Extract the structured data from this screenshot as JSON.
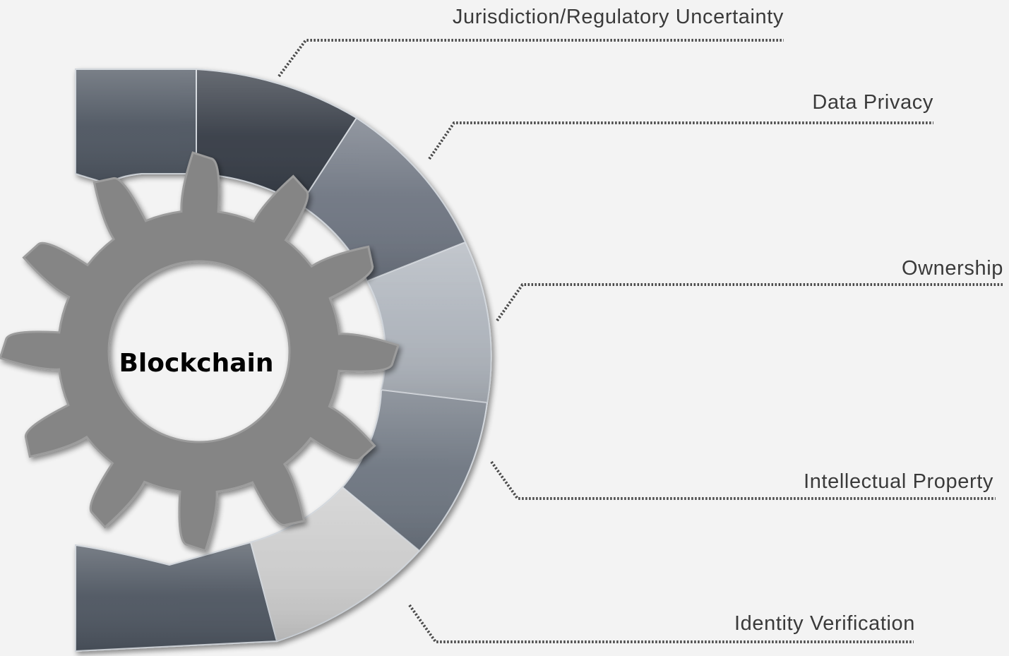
{
  "diagram": {
    "center_label": "Blockchain",
    "segments": [
      {
        "label": "Jurisdiction/Regulatory Uncertainty",
        "color": "#353b44"
      },
      {
        "label": "Data Privacy",
        "color": "#6e7581"
      },
      {
        "label": "Ownership",
        "color": "#aeb4bc"
      },
      {
        "label": "Intellectual Property",
        "color": "#6d7480"
      },
      {
        "label": "Identity Verification",
        "color": "#cbcbcb"
      }
    ],
    "end_bar_color": "#4e5560",
    "gear_color": "#858585"
  }
}
